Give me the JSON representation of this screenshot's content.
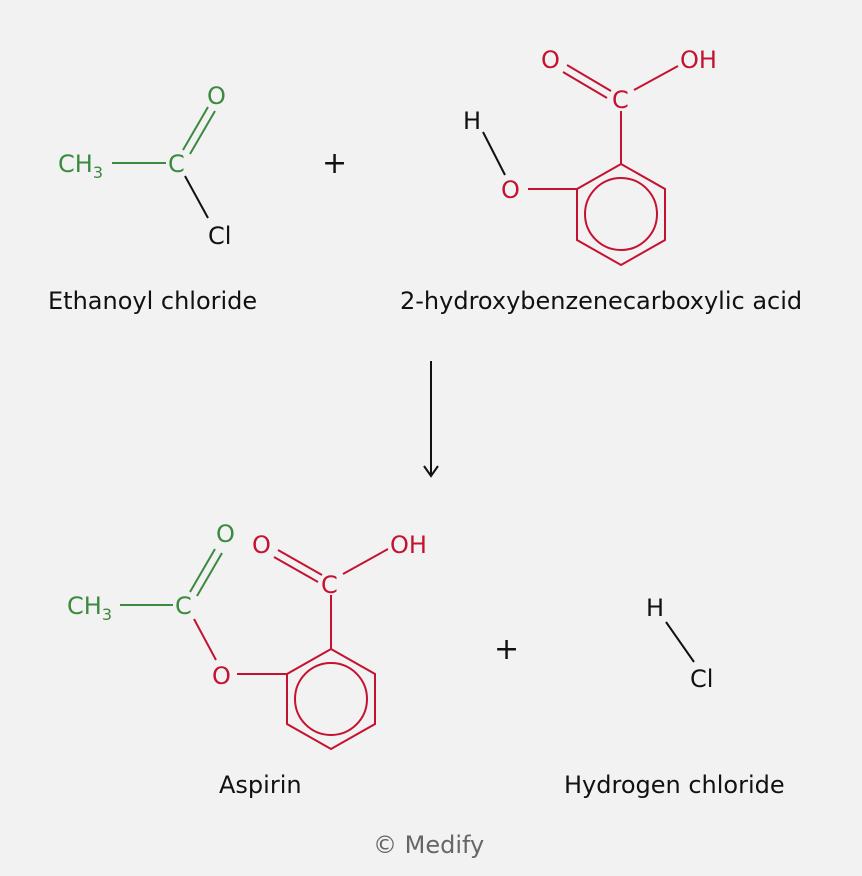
{
  "colors": {
    "background": "#f2f2f2",
    "acetyl_group": "#3a8a3f",
    "salicylic_group": "#c41230",
    "text": "#111111",
    "copyright": "#666666"
  },
  "reactants": {
    "ethanoyl_chloride": {
      "name": "Ethanoyl chloride",
      "atoms": {
        "ch3": "CH",
        "ch3_sub": "3",
        "c": "C",
        "o": "O",
        "cl": "Cl"
      }
    },
    "plus": "+",
    "salicylic_acid": {
      "name": "2-hydroxybenzenecarboxylic acid",
      "atoms": {
        "h": "H",
        "o_hydroxyl": "O",
        "c": "C",
        "o_carbonyl": "O",
        "oh": "OH"
      }
    }
  },
  "arrow": {
    "direction": "down"
  },
  "products": {
    "aspirin": {
      "name": "Aspirin",
      "atoms": {
        "ch3": "CH",
        "ch3_sub": "3",
        "c_acetyl": "C",
        "o_acetyl": "O",
        "o_ester": "O",
        "c_acid": "C",
        "o_acid": "O",
        "oh": "OH"
      }
    },
    "plus": "+",
    "hydrogen_chloride": {
      "name": "Hydrogen chloride",
      "atoms": {
        "h": "H",
        "cl": "Cl"
      }
    }
  },
  "footer": {
    "copyright": "© Medify"
  }
}
